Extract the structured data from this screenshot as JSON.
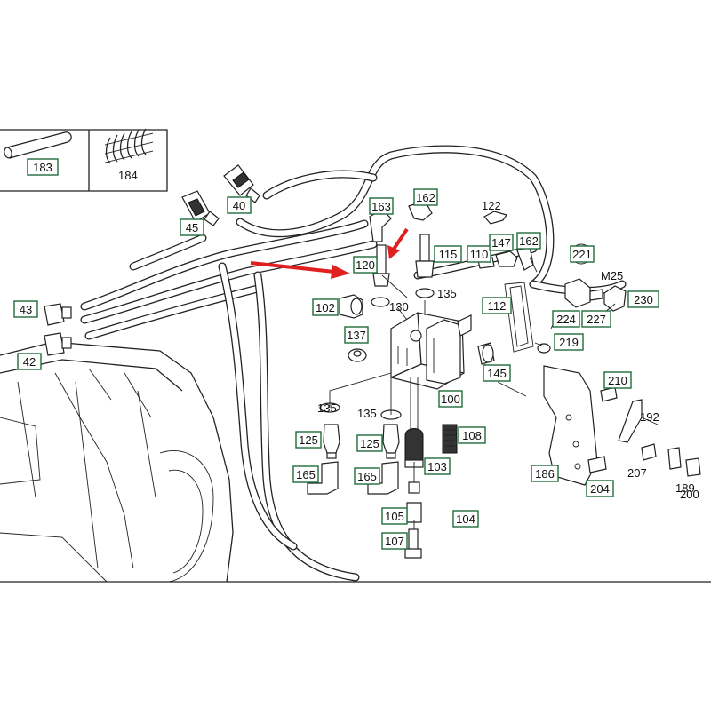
{
  "diagram": {
    "boxed_labels": [
      "183",
      "40",
      "45",
      "163",
      "162",
      "120",
      "115",
      "110",
      "147",
      "162",
      "221",
      "102",
      "43",
      "42",
      "137",
      "112",
      "224",
      "227",
      "230",
      "219",
      "145",
      "100",
      "210",
      "125",
      "125",
      "108",
      "165",
      "165",
      "103",
      "186",
      "204",
      "105",
      "104",
      "107"
    ],
    "plain_labels": [
      "184",
      "122",
      "M25",
      "135",
      "130",
      "135",
      "135",
      "192",
      "207",
      "189",
      "200"
    ],
    "colors": {
      "callout_border": "#1f6b3a",
      "arrow": "#e02020",
      "line": "#222222"
    }
  }
}
